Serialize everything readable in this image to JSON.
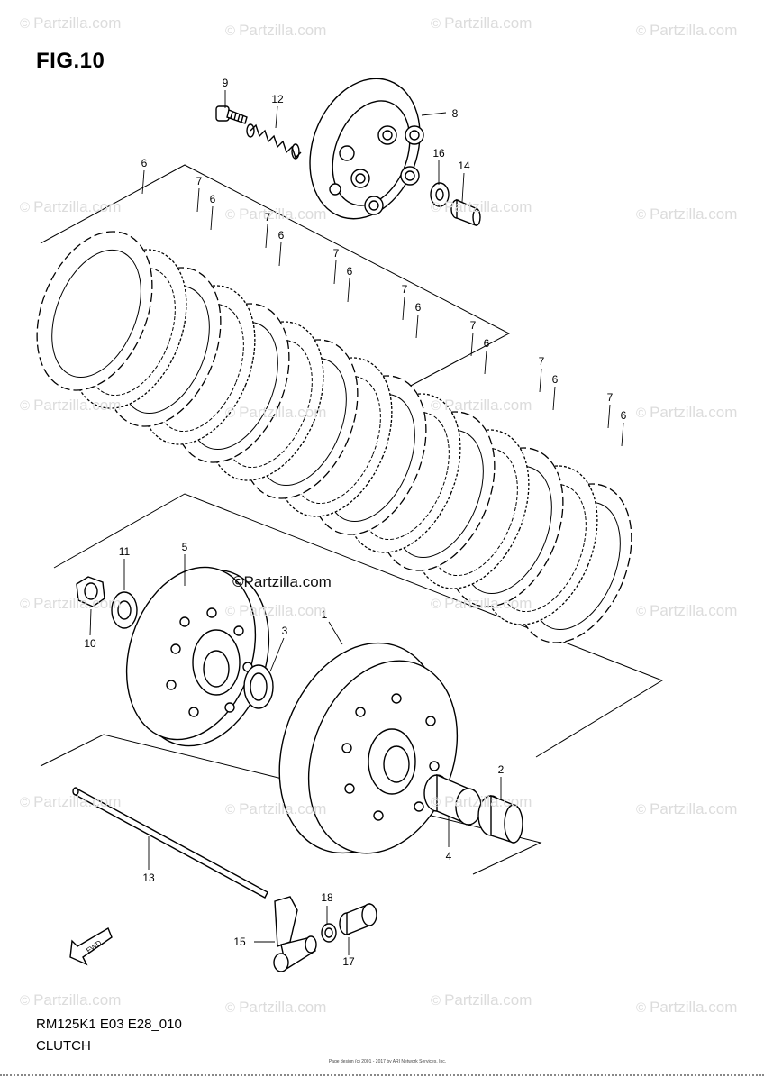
{
  "figure_label": "FIG.10",
  "model_code": "RM125K1 E03 E28_010",
  "section_name": "CLUTCH",
  "brand_mark": "Partzilla.com",
  "watermark_text": "Partzilla.com",
  "fwd_arrow_label": "FWD",
  "fine_print": [
    "Page design (c) 2001 - 2017 by ARI Network Services, Inc."
  ],
  "callouts": {
    "n1": "1",
    "n2": "2",
    "n3": "3",
    "n4": "4",
    "n5": "5",
    "n6": "6",
    "n7": "7",
    "n8": "8",
    "n9": "9",
    "n10": "10",
    "n11": "11",
    "n12": "12",
    "n13": "13",
    "n14": "14",
    "n15": "15",
    "n16": "16",
    "n17": "17",
    "n18": "18"
  },
  "plate_stack": [
    {
      "part": "6",
      "kind": "drive-plate"
    },
    {
      "part": "7",
      "kind": "driven-plate"
    },
    {
      "part": "6",
      "kind": "drive-plate"
    },
    {
      "part": "7",
      "kind": "driven-plate"
    },
    {
      "part": "6",
      "kind": "drive-plate"
    },
    {
      "part": "7",
      "kind": "driven-plate"
    },
    {
      "part": "6",
      "kind": "drive-plate"
    },
    {
      "part": "7",
      "kind": "driven-plate"
    },
    {
      "part": "6",
      "kind": "drive-plate"
    },
    {
      "part": "7",
      "kind": "driven-plate"
    },
    {
      "part": "6",
      "kind": "drive-plate"
    },
    {
      "part": "7",
      "kind": "driven-plate"
    },
    {
      "part": "6",
      "kind": "drive-plate"
    },
    {
      "part": "7",
      "kind": "driven-plate"
    },
    {
      "part": "6",
      "kind": "drive-plate"
    }
  ]
}
